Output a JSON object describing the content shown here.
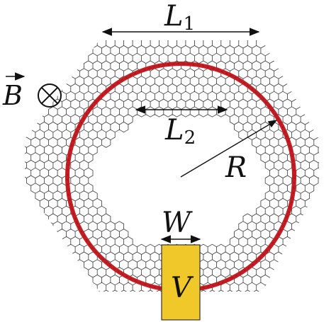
{
  "labels": {
    "L1": {
      "main": "L",
      "sub": "1"
    },
    "L2": {
      "main": "L",
      "sub": "2"
    },
    "R": "R",
    "W": "W",
    "V": "V",
    "B": "B"
  },
  "colors": {
    "lattice_stroke": "#3a3a3a",
    "ring": "#c41e24",
    "contact_fill": "#f0c82a",
    "contact_stroke": "#333333",
    "annotation": "#111111"
  },
  "symbols": {
    "field_vector": "B-vector-arrow",
    "into_page": "circled-cross-icon"
  }
}
